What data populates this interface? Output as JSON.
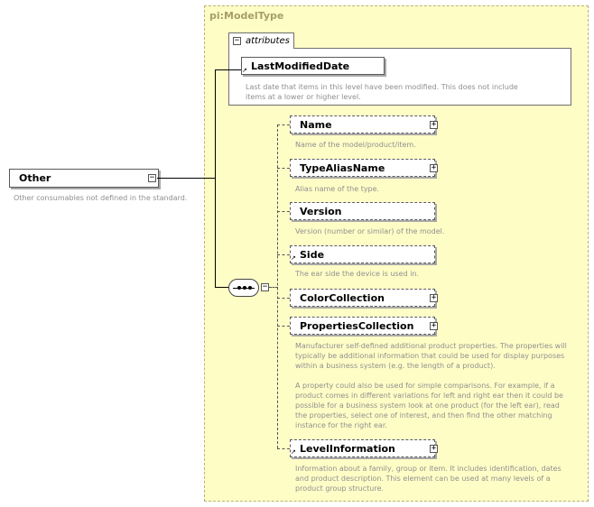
{
  "type_title": "pi:ModelType",
  "attributes": {
    "tab_label": "attributes",
    "items": [
      {
        "name": "LastModifiedDate",
        "description": [
          "Last date that items in this level have been modified. This does not include",
          "items at a lower or higher level."
        ]
      }
    ]
  },
  "root": {
    "name": "Other",
    "description": "Other consumables not defined in the standard."
  },
  "elements": [
    {
      "name": "Name",
      "description": [
        "Name of the model/product/item."
      ]
    },
    {
      "name": "TypeAliasName",
      "description": [
        "Alias name of the type."
      ]
    },
    {
      "name": "Version",
      "description": [
        "Version (number or similar) of the model."
      ]
    },
    {
      "name": "Side",
      "description": [
        "The ear side the device is used in."
      ]
    },
    {
      "name": "ColorCollection",
      "description": []
    },
    {
      "name": "PropertiesCollection",
      "description": [
        "Manufacturer self-defined additional product properties.  The properties will",
        "typically be additional information that could be used for display purposes",
        "within a business system (e.g. the length of a product).",
        "",
        "A property could also be used for simple comparisons.  For example, if a",
        "product comes in different variations for left and right ear then it could be",
        "possible for a business system look at one product (for the left ear), read",
        "the properties, select one of interest, and then find the other matching",
        "instance for the right ear."
      ]
    },
    {
      "name": "LevelInformation",
      "description": [
        "Information about a family, group or item. It includes identification, dates",
        "and product description. This element can be used at many levels of a",
        "product group structure."
      ]
    }
  ],
  "icons": {
    "collapse": "minus-toggle-icon",
    "expand": "plus-toggle-icon",
    "reference": "reference-arrow-icon",
    "sequence": "sequence-compositor-icon"
  }
}
